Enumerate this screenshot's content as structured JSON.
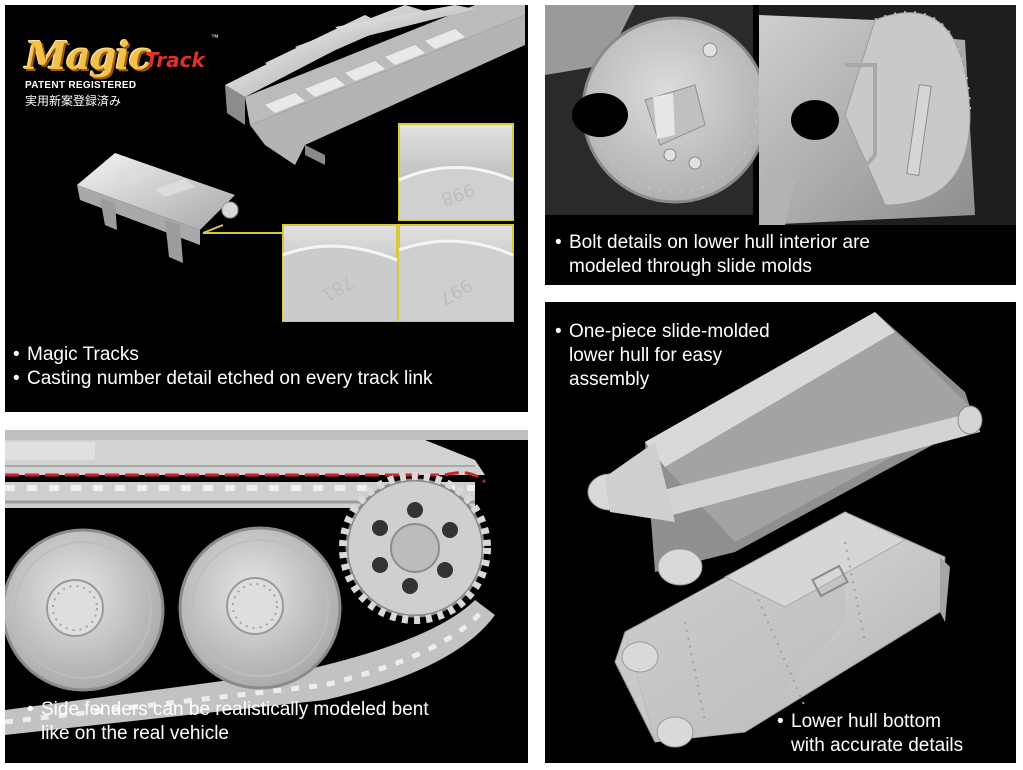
{
  "panels": {
    "magic_tracks": {
      "logo": {
        "magic": "Magic",
        "track": "Track",
        "tm": "™",
        "patent": "PATENT REGISTERED",
        "japanese": "実用新案登録済み"
      },
      "casting_numbers": [
        "998",
        "781",
        "997"
      ],
      "caption": {
        "bullet": "•",
        "line1": "Magic Tracks",
        "line2": "Casting number detail etched on every track link"
      },
      "highlight_color": "#d8c93a"
    },
    "bolt_details": {
      "caption": {
        "bullet": "•",
        "line1": "Bolt details on lower hull interior are",
        "line2": "modeled through slide molds"
      }
    },
    "side_fenders": {
      "caption": {
        "bullet": "•",
        "line1": "Side fenders can be realistically modeled bent",
        "line2": "like on the real vehicle"
      },
      "marker_color": "#c8242a"
    },
    "lower_hull": {
      "caption_top": {
        "bullet": "•",
        "line1": "One-piece slide-molded",
        "line2": "lower hull for easy",
        "line3": "assembly"
      },
      "caption_bottom": {
        "bullet": "•",
        "line1": "Lower hull bottom",
        "line2": "with accurate details"
      }
    }
  }
}
